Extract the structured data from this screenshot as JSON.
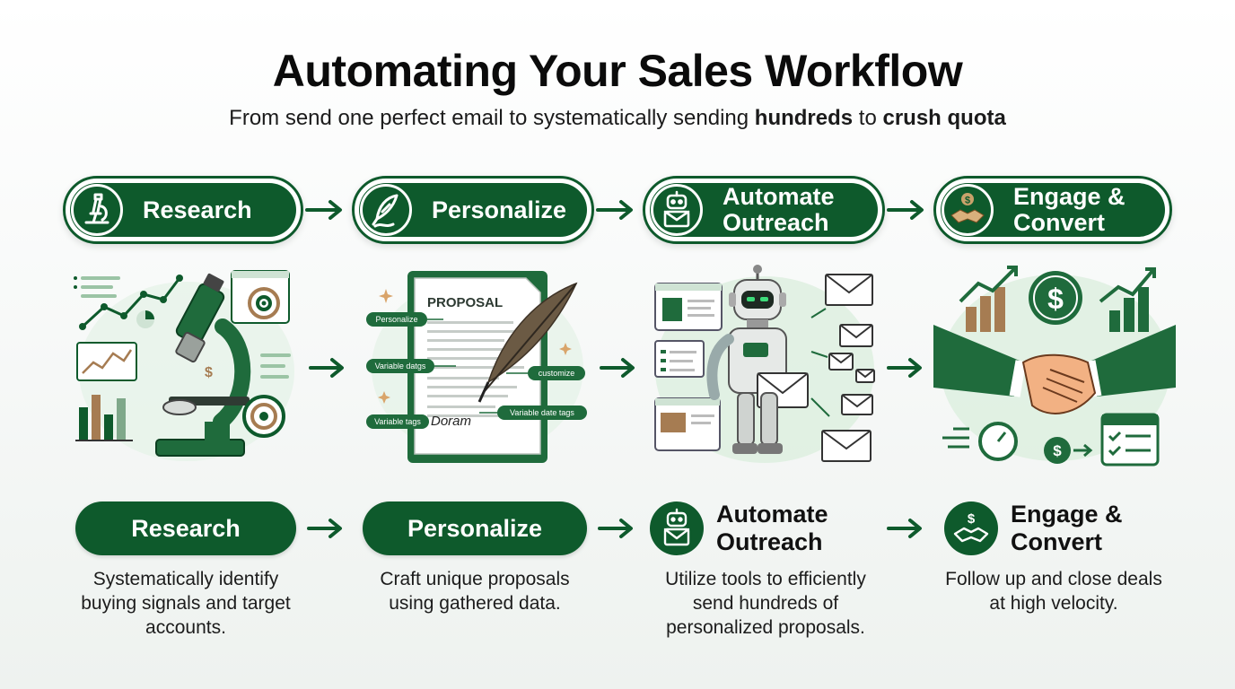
{
  "header": {
    "title": "Automating Your Sales Workflow",
    "subtitle_pre": "From send one perfect email to systematically sending ",
    "subtitle_bold1": "hundreds",
    "subtitle_mid": " to ",
    "subtitle_bold2": "crush quota"
  },
  "steps": [
    {
      "top_label": "Research",
      "bottom_label": "Research",
      "description": "Systematically identify buying signals and target accounts.",
      "icon": "microscope-icon"
    },
    {
      "top_label": "Personalize",
      "bottom_label": "Personalize",
      "description": "Craft unique proposals using gathered data.",
      "icon": "quill-pen-icon",
      "illustration": {
        "doc_title": "PROPOSAL",
        "tags": [
          "Personalize",
          "Variable datgs",
          "Variable tags",
          "customize",
          "Variable date tags"
        ],
        "signature": "Doram"
      }
    },
    {
      "top_label_line1": "Automate",
      "top_label_line2": "Outreach",
      "bottom_label_line1": "Automate",
      "bottom_label_line2": "Outreach",
      "description": "Utilize tools to efficiently send hundreds of personalized proposals.",
      "icon": "robot-mail-icon"
    },
    {
      "top_label_line1": "Engage &",
      "top_label_line2": "Convert",
      "bottom_label_line1": "Engage &",
      "bottom_label_line2": "Convert",
      "description": "Follow up and close deals at high velocity.",
      "icon": "handshake-dollar-icon"
    }
  ],
  "colors": {
    "primary_green": "#0e5a2c",
    "light_green": "#cfe8d5",
    "accent_brown": "#a67c52"
  }
}
